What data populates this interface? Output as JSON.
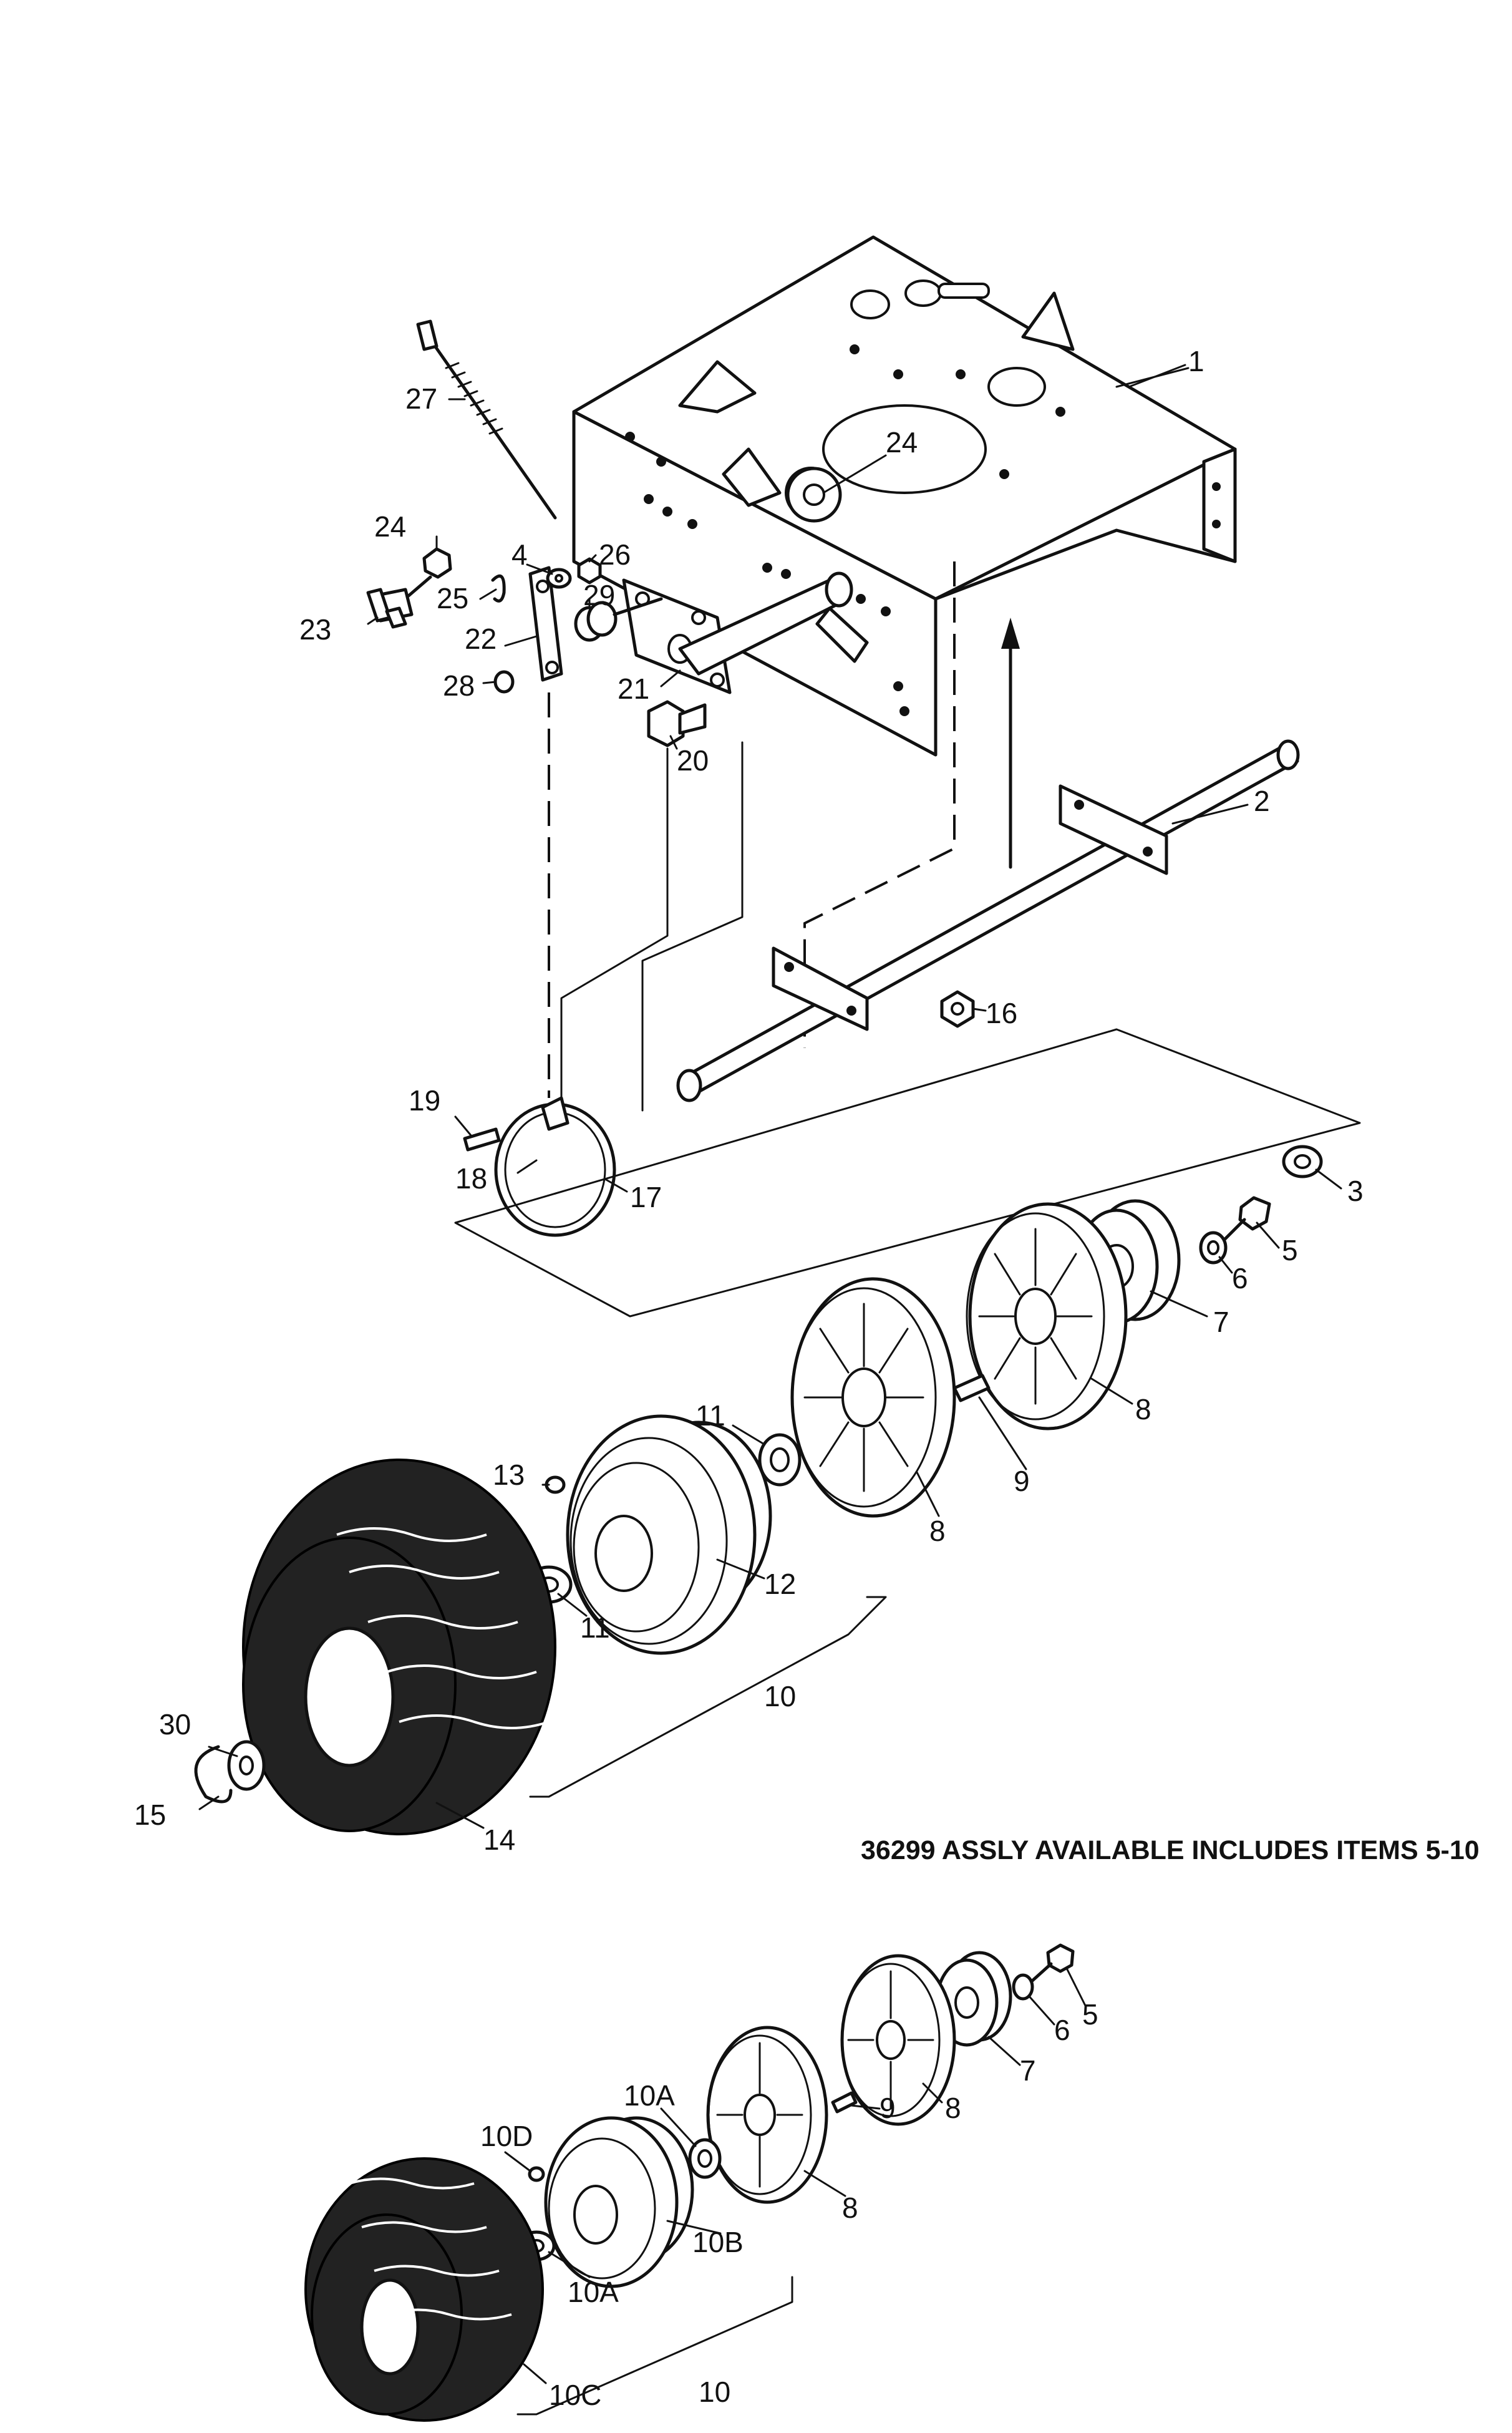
{
  "note": "36299 ASSLY AVAILABLE INCLUDES ITEMS 5-10",
  "upper_callouts": {
    "c1": "1",
    "c2": "2",
    "c3": "3",
    "c4": "4",
    "c5": "5",
    "c6": "6",
    "c7": "7",
    "c8a": "8",
    "c8b": "8",
    "c9": "9",
    "c10": "10",
    "c11a": "11",
    "c11b": "11",
    "c12": "12",
    "c13": "13",
    "c14": "14",
    "c15": "15",
    "c16": "16",
    "c17": "17",
    "c18": "18",
    "c19": "19",
    "c20": "20",
    "c21": "21",
    "c22": "22",
    "c23": "23",
    "c24a": "24",
    "c24b": "24",
    "c25": "25",
    "c26": "26",
    "c27": "27",
    "c28": "28",
    "c29": "29",
    "c30": "30"
  },
  "lower_callouts": {
    "c5": "5",
    "c6": "6",
    "c7": "7",
    "c8a": "8",
    "c8b": "8",
    "c9": "9",
    "c10a_top": "10A",
    "c10a_bottom": "10A",
    "c10b": "10B",
    "c10c": "10C",
    "c10d": "10D",
    "c10": "10"
  }
}
